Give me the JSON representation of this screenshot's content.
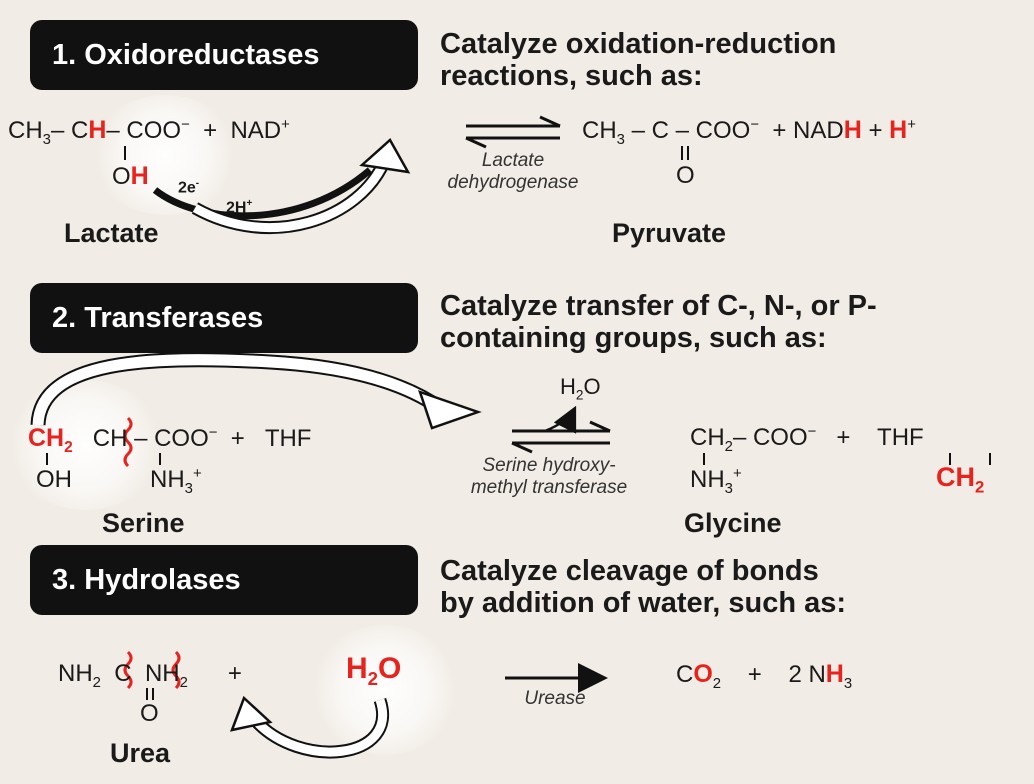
{
  "sections": [
    {
      "header": "1. Oxidoreductases",
      "description_line1": "Catalyze oxidation-reduction",
      "description_line2": "reactions, such as:"
    },
    {
      "header": "2. Transferases",
      "description_line1": "Catalyze transfer of C-, N-, or P-",
      "description_line2": "containing groups, such as:"
    },
    {
      "header": "3. Hydrolases",
      "description_line1": "Catalyze cleavage of bonds",
      "description_line2": "by addition of water, such as:"
    }
  ],
  "reaction1": {
    "substrate_label": "Lactate",
    "product_label": "Pyruvate",
    "enzyme_line1": "Lactate",
    "enzyme_line2": "dehydrogenase",
    "electron_label": "2e",
    "proton_label": "2H",
    "cofactor": "NAD",
    "product_cofactor_prefix": "NAD",
    "H": "H",
    "OH_O": "O"
  },
  "reaction2": {
    "substrate_label": "Serine",
    "product_label": "Glycine",
    "enzyme_line1": "Serine hydroxy-",
    "enzyme_line2": "methyl transferase",
    "cofactor": "THF",
    "side_product": "O"
  },
  "reaction3": {
    "substrate_label": "Urea",
    "enzyme": "Urease",
    "coefficient": "2 N"
  },
  "colors": {
    "accent": "#e8231d",
    "header_bg": "#111111",
    "background": "#f1ece5"
  }
}
